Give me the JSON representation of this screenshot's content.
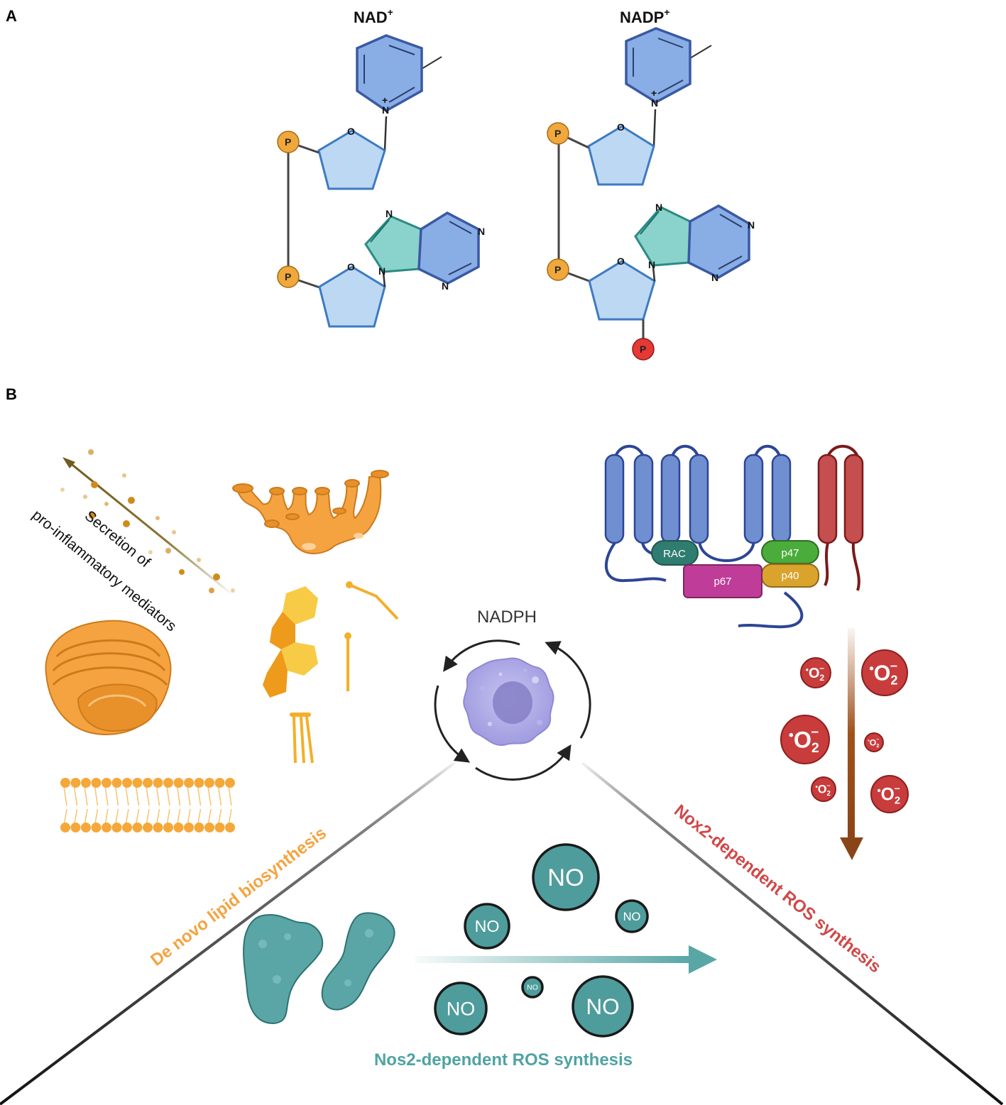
{
  "panel_a": {
    "letter": "A",
    "nad": {
      "title": "NAD",
      "title_sup": "+"
    },
    "nadp": {
      "title": "NADP",
      "title_sup": "+"
    },
    "atoms": {
      "nitrogen": "N",
      "oxygen": "O",
      "phosphate": "P",
      "plus": "+"
    }
  },
  "panel_b": {
    "letter": "B",
    "center": {
      "label": "NADPH"
    },
    "secretion": {
      "line1": "Secretion of",
      "line2": "pro-inflammatory mediators"
    },
    "lipid_label": "De novo lipid biosynthesis",
    "nox2_label": "Nox2-dependent ROS synthesis",
    "nos2_label": "Nos2-dependent ROS synthesis",
    "nox2_subunits": {
      "rac": "RAC",
      "p47": "p47",
      "p40": "p40",
      "p67": "p67"
    },
    "superoxide": {
      "base": "O",
      "sub": "2",
      "charge": "–",
      "dot": "•"
    },
    "no_label": "NO"
  },
  "colors": {
    "pyridine": "#89aee6",
    "ribose": "#bcd8f3",
    "purine": "#8ad3cc",
    "phosphate": "#f0a83c",
    "extra_phosphate": "#e53935",
    "lipid": "#f4a340",
    "nox2": "#ca4a4a",
    "nos2": "#4f9c9c",
    "nox2_membrane": "#6f8fd0",
    "nox2_alpha": "#c54e4e"
  },
  "icons": [
    "macrophage-icon",
    "golgi-icon",
    "endoplasmic-reticulum-icon",
    "steroid-icon",
    "lipid-bilayer-icon",
    "nos2-enzyme-icon",
    "nox2-complex-icon"
  ]
}
